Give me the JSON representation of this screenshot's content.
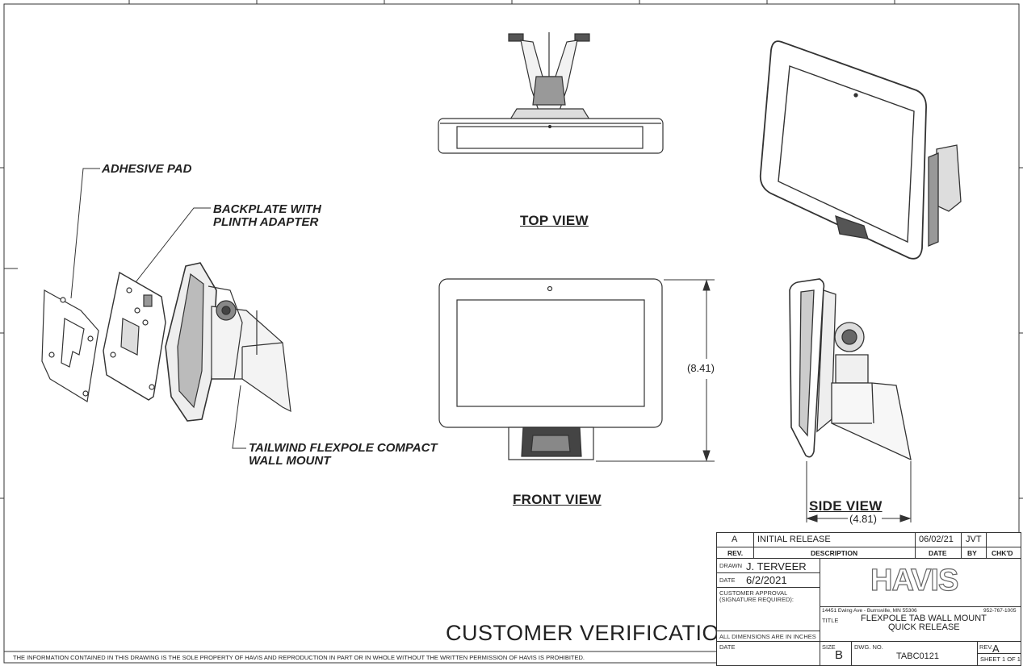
{
  "callouts": {
    "adhesive_pad": "ADHESIVE PAD",
    "backplate_line1": "BACKPLATE WITH",
    "backplate_line2": "PLINTH ADAPTER",
    "mount_line1": "TAILWIND FLEXPOLE COMPACT",
    "mount_line2": "WALL MOUNT"
  },
  "views": {
    "top": "TOP VIEW",
    "front": "FRONT VIEW",
    "side": "SIDE VIEW"
  },
  "dimensions": {
    "height": "(8.41)",
    "depth": "(4.81)"
  },
  "customer_verification": "CUSTOMER VERIFICATION",
  "disclaimer": "THE INFORMATION CONTAINED IN THIS DRAWING IS THE SOLE PROPERTY OF HAVIS AND REPRODUCTION IN PART OR IN WHOLE WITHOUT THE WRITTEN PERMISSION OF HAVIS IS PROHIBITED.",
  "title_block": {
    "revision_row": {
      "rev": "A",
      "description": "INITIAL RELEASE",
      "date": "06/02/21",
      "by": "JVT",
      "chkd": ""
    },
    "headers": {
      "rev": "REV.",
      "description": "DESCRIPTION",
      "date": "DATE",
      "by": "BY",
      "chkd": "CHK'D"
    },
    "drawn_label": "DRAWN",
    "drawn_value": "J. TERVEER",
    "date_label": "DATE",
    "date_value": "6/2/2021",
    "approval_line1": "CUSTOMER APPROVAL",
    "approval_line2": "(SIGNATURE REQUIRED):",
    "dimensions_note": "ALL DIMENSIONS ARE IN INCHES",
    "date2_label": "DATE",
    "company_logo": "HAVIS",
    "address": "14451 Ewing Ave - Burnsville, MN 55306",
    "phone": "952-767-1005",
    "title_label": "TITLE",
    "title_line1": "FLEXPOLE TAB WALL MOUNT",
    "title_line2": "QUICK RELEASE",
    "size_label": "SIZE",
    "size_value": "B",
    "dwg_label": "DWG. NO.",
    "dwg_value": "TABC0121",
    "rev_label": "REV.",
    "rev_value": "A",
    "sheet": "SHEET 1 OF 1"
  }
}
